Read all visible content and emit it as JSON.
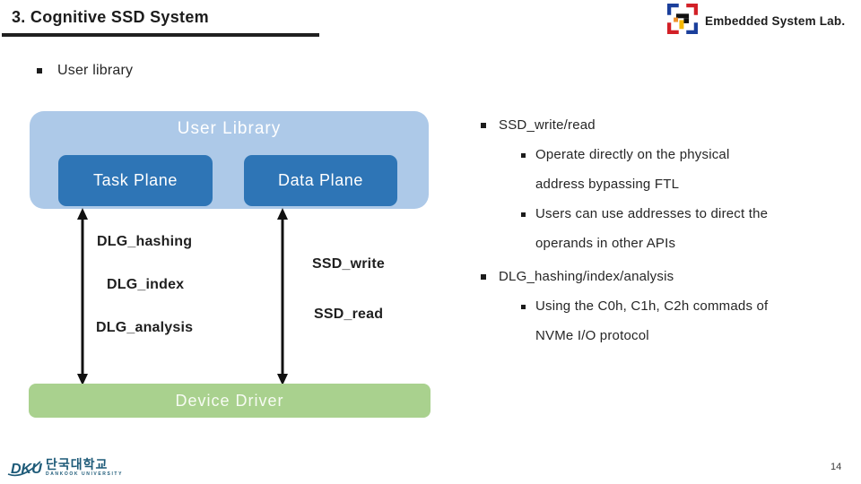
{
  "slide": {
    "title": "3. Cognitive SSD System",
    "lab_name": "Embedded System Lab.",
    "lead_bullet": "User library",
    "page_number": "14"
  },
  "diagram": {
    "user_library_title": "User Library",
    "task_plane": "Task Plane",
    "data_plane": "Data Plane",
    "device_driver": "Device Driver",
    "task_apis": [
      "DLG_hashing",
      "DLG_index",
      "DLG_analysis"
    ],
    "data_apis": [
      "SSD_write",
      "SSD_read"
    ]
  },
  "right_panel": {
    "items": [
      {
        "level": 1,
        "lines": [
          "SSD_write/read"
        ]
      },
      {
        "level": 2,
        "lines": [
          "Operate directly on the physical",
          "address bypassing FTL"
        ]
      },
      {
        "level": 2,
        "lines": [
          "Users can use addresses to direct the",
          "operands in other APIs"
        ]
      },
      {
        "level": 1,
        "lines": [
          "DLG_hashing/index/analysis"
        ]
      },
      {
        "level": 2,
        "lines": [
          "Using the C0h, C1h, C2h commads of",
          "NVMe I/O protocol"
        ]
      }
    ]
  },
  "footer": {
    "university_kr": "단국대학교",
    "university_en": "DANKOOK  UNIVERSITY"
  },
  "colors": {
    "light_blue": "#adc9e8",
    "plane_blue": "#2e75b6",
    "green": "#a9d18e"
  }
}
